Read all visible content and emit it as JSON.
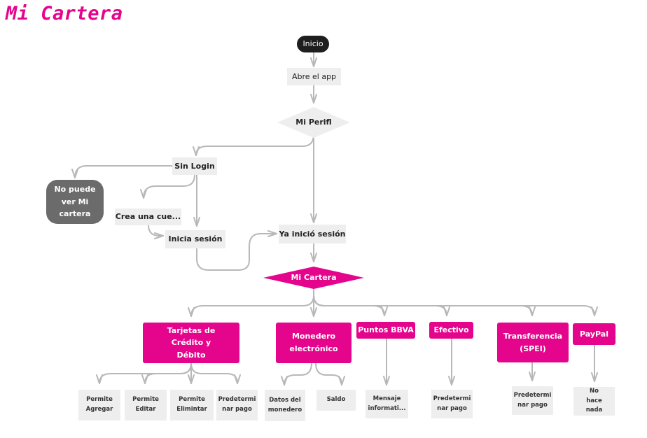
{
  "title": "Mi Cartera",
  "colors": {
    "accent": "#e5058d",
    "node_grey": "#eeeeee",
    "start_black": "#1e1e1e",
    "blocked_grey": "#6b6b6b",
    "connector": "#b8b8b8"
  },
  "nodes": {
    "inicio": "Inicio",
    "abre_app": "Abre el app",
    "mi_perfil": "Mi Perifl",
    "sin_login": "Sin Login",
    "no_puede_ver": "No puede ver Mi cartera",
    "crea_cuenta": "Crea una cue...",
    "inicia_sesion": "Inicia sesión",
    "ya_inicio": "Ya inició sesión",
    "mi_cartera": "Mi Cartera",
    "tarjetas": "Tarjetas de Crédito y Débito",
    "monedero": "Monedero electrónico",
    "puntos": "Puntos BBVA",
    "efectivo": "Efectivo",
    "transferencia": "Transferencia (SPEI)",
    "paypal": "PayPal",
    "permite_agregar": "Permite Agregar",
    "permite_editar": "Permite Editar",
    "permite_eliminar": "Permite Elimintar",
    "predet_tarjetas": "Predetermi nar pago",
    "datos_monedero": "Datos del monedero",
    "saldo": "Saldo",
    "mensaje": "Mensaje informati...",
    "predet_efectivo": "Predetermi nar pago",
    "predet_spei": "Predetermi nar pago",
    "no_hace": "No hace nada"
  }
}
